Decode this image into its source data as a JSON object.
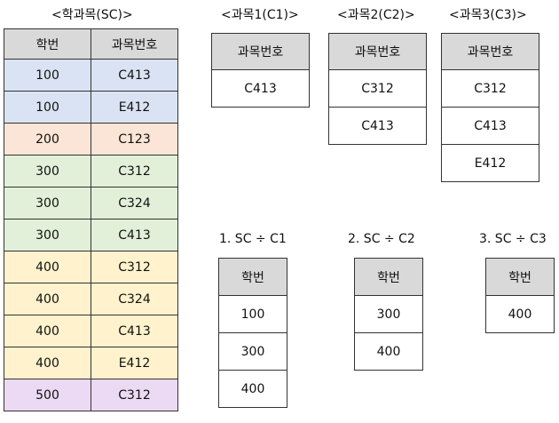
{
  "sc": {
    "caption": "<학과목(SC)>",
    "headers": [
      "학번",
      "과목번호"
    ],
    "rows": [
      {
        "student": "100",
        "course": "C413",
        "color": "#dae3f3"
      },
      {
        "student": "100",
        "course": "E412",
        "color": "#dae3f3"
      },
      {
        "student": "200",
        "course": "C123",
        "color": "#fbe5d6"
      },
      {
        "student": "300",
        "course": "C312",
        "color": "#e2f0d9"
      },
      {
        "student": "300",
        "course": "C324",
        "color": "#e2f0d9"
      },
      {
        "student": "300",
        "course": "C413",
        "color": "#e2f0d9"
      },
      {
        "student": "400",
        "course": "C312",
        "color": "#fff2cc"
      },
      {
        "student": "400",
        "course": "C324",
        "color": "#fff2cc"
      },
      {
        "student": "400",
        "course": "C413",
        "color": "#fff2cc"
      },
      {
        "student": "400",
        "course": "E412",
        "color": "#fff2cc"
      },
      {
        "student": "500",
        "course": "C312",
        "color": "#ecd9f3"
      }
    ]
  },
  "courses": [
    {
      "caption": "<과목1(C1)>",
      "header": "과목번호",
      "rows": [
        "C413"
      ]
    },
    {
      "caption": "<과목2(C2)>",
      "header": "과목번호",
      "rows": [
        "C312",
        "C413"
      ]
    },
    {
      "caption": "<과목3(C3)>",
      "header": "과목번호",
      "rows": [
        "C312",
        "C413",
        "E412"
      ]
    }
  ],
  "results": [
    {
      "caption": "1. SC ÷ C1",
      "header": "학번",
      "rows": [
        "100",
        "300",
        "400"
      ]
    },
    {
      "caption": "2. SC ÷ C2",
      "header": "학번",
      "rows": [
        "300",
        "400"
      ]
    },
    {
      "caption": "3. SC ÷ C3",
      "header": "학번",
      "rows": [
        "400"
      ]
    }
  ]
}
